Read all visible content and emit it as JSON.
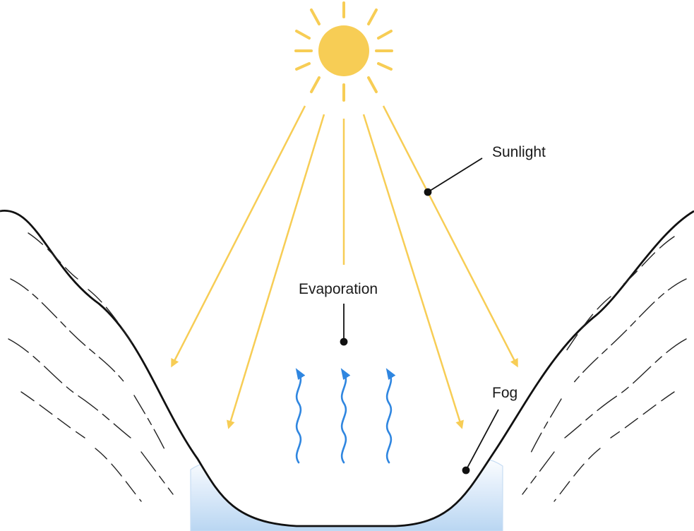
{
  "labels": {
    "sunlight": "Sunlight",
    "evaporation": "Evaporation",
    "fog": "Fog"
  },
  "colors": {
    "sun": "#f7cd55",
    "ray": "#f7cd55",
    "vapor": "#2f86e0",
    "outline": "#111111",
    "fog_light": "#ffffff",
    "fog_deep": "#bcd8f3"
  },
  "icons": [
    "sun-icon",
    "vapor-arrow-icon"
  ]
}
